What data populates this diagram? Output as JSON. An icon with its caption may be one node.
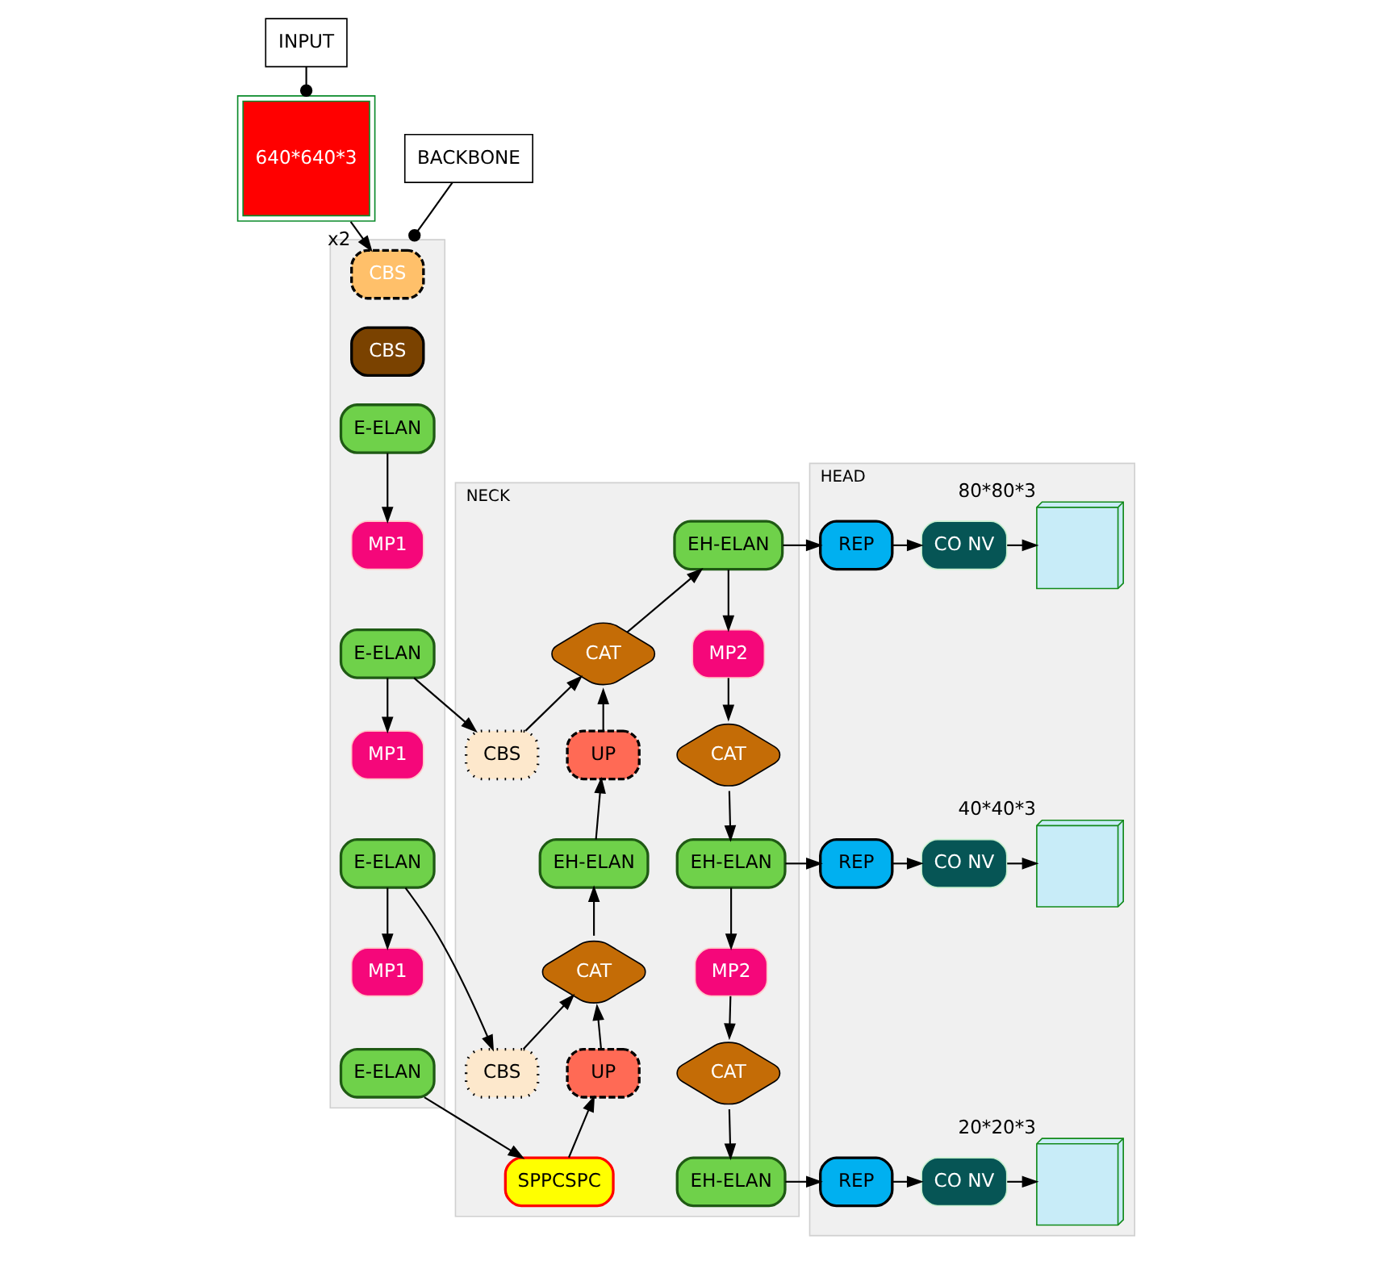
{
  "diagram": {
    "nodes": [
      {
        "text": [
          "INPUT"
        ]
      },
      {
        "text": [
          "640*640*3"
        ]
      },
      {
        "text": [
          "BACKBONE"
        ]
      },
      {
        "text": [],
        "shape": "box"
      },
      {
        "text": [
          "CBS"
        ],
        "in": 3,
        "beside": [
          "x2"
        ]
      },
      {
        "text": [
          "CBS"
        ],
        "in": 3
      },
      {
        "text": [
          "E-ELAN"
        ],
        "in": 3
      },
      {
        "text": [
          "MP1"
        ],
        "in": 3
      },
      {
        "text": [
          "E-ELAN"
        ],
        "in": 3
      },
      {
        "text": [
          "MP1"
        ],
        "in": 3
      },
      {
        "text": [
          "E-ELAN"
        ],
        "in": 3
      },
      {
        "text": [
          "MP1"
        ],
        "in": 3
      },
      {
        "text": [
          "E-ELAN"
        ],
        "in": 3
      },
      {
        "text": [
          "NECK"
        ]
      },
      {
        "text": [
          "EH-ELAN"
        ],
        "in": 13
      },
      {
        "text": [
          "CAT"
        ],
        "in": 13
      },
      {
        "text": [
          "UP"
        ],
        "in": 13
      },
      {
        "text": [
          "EH-ELAN"
        ],
        "in": 13
      },
      {
        "text": [
          "CAT"
        ],
        "in": 13
      },
      {
        "text": [
          "UP"
        ],
        "in": 13
      },
      {
        "text": [
          "SPPCSPC"
        ],
        "in": 13
      },
      {
        "text": [
          "CBS"
        ],
        "in": 13
      },
      {
        "text": [
          "CBS"
        ],
        "in": 13
      },
      {
        "text": [
          "MP2"
        ],
        "in": 13
      },
      {
        "text": [
          "CAT"
        ],
        "in": 13
      },
      {
        "text": [
          "EH-ELAN"
        ],
        "in": 13
      },
      {
        "text": [
          "MP2"
        ],
        "in": 13
      },
      {
        "text": [
          "CAT"
        ],
        "in": 13
      },
      {
        "text": [
          "EH-ELAN"
        ],
        "in": 13
      },
      {
        "text": [
          "HEAD"
        ]
      },
      {
        "text": [
          "REP"
        ],
        "in": 29
      },
      {
        "text": [
          "CO NV"
        ],
        "in": 29
      },
      {
        "text": [],
        "shape": "cube",
        "in": 29,
        "beside": [
          "80*80*3"
        ]
      },
      {
        "text": [
          "REP"
        ],
        "in": 29
      },
      {
        "text": [
          "CO NV"
        ],
        "in": 29
      },
      {
        "text": [],
        "shape": "cube",
        "in": 29,
        "beside": [
          "40*40*3"
        ]
      },
      {
        "text": [
          "REP"
        ],
        "in": 29
      },
      {
        "text": [
          "CO NV"
        ],
        "in": 29
      },
      {
        "text": [],
        "shape": "cube",
        "in": 29,
        "beside": [
          "20*20*3"
        ]
      }
    ],
    "edges": [
      {
        "from": 0,
        "to": 1,
        "arrow": "other"
      },
      {
        "from": 2,
        "to": 3,
        "arrow": "other"
      },
      {
        "from": 1,
        "to": 4,
        "arrow": "to"
      },
      {
        "from": 6,
        "to": 7,
        "arrow": "to"
      },
      {
        "from": 8,
        "to": 9,
        "arrow": "to"
      },
      {
        "from": 8,
        "to": 21,
        "arrow": "to"
      },
      {
        "from": 10,
        "to": 11,
        "arrow": "to"
      },
      {
        "from": 10,
        "to": 22,
        "arrow": "to"
      },
      {
        "from": 12,
        "to": 20,
        "arrow": "to"
      },
      {
        "from": 20,
        "to": 19,
        "arrow": "to"
      },
      {
        "from": 19,
        "to": 18,
        "arrow": "to"
      },
      {
        "from": 22,
        "to": 18,
        "arrow": "to"
      },
      {
        "from": 18,
        "to": 17,
        "arrow": "to"
      },
      {
        "from": 17,
        "to": 16,
        "arrow": "to"
      },
      {
        "from": 16,
        "to": 15,
        "arrow": "to"
      },
      {
        "from": 21,
        "to": 15,
        "arrow": "to"
      },
      {
        "from": 15,
        "to": 14,
        "arrow": "to"
      },
      {
        "from": 14,
        "to": 30,
        "arrow": "to"
      },
      {
        "from": 14,
        "to": 23,
        "arrow": "to"
      },
      {
        "from": 23,
        "to": 24,
        "arrow": "to"
      },
      {
        "from": 24,
        "to": 25,
        "arrow": "to"
      },
      {
        "from": 25,
        "to": 33,
        "arrow": "to"
      },
      {
        "from": 25,
        "to": 26,
        "arrow": "to"
      },
      {
        "from": 26,
        "to": 27,
        "arrow": "to"
      },
      {
        "from": 27,
        "to": 28,
        "arrow": "to"
      },
      {
        "from": 28,
        "to": 36,
        "arrow": "to"
      },
      {
        "from": 30,
        "to": 31,
        "arrow": "to"
      },
      {
        "from": 31,
        "to": 32,
        "arrow": "to"
      },
      {
        "from": 33,
        "to": 34,
        "arrow": "to"
      },
      {
        "from": 34,
        "to": 35,
        "arrow": "to"
      },
      {
        "from": 36,
        "to": 37,
        "arrow": "to"
      },
      {
        "from": 37,
        "to": 38,
        "arrow": "to"
      }
    ]
  }
}
